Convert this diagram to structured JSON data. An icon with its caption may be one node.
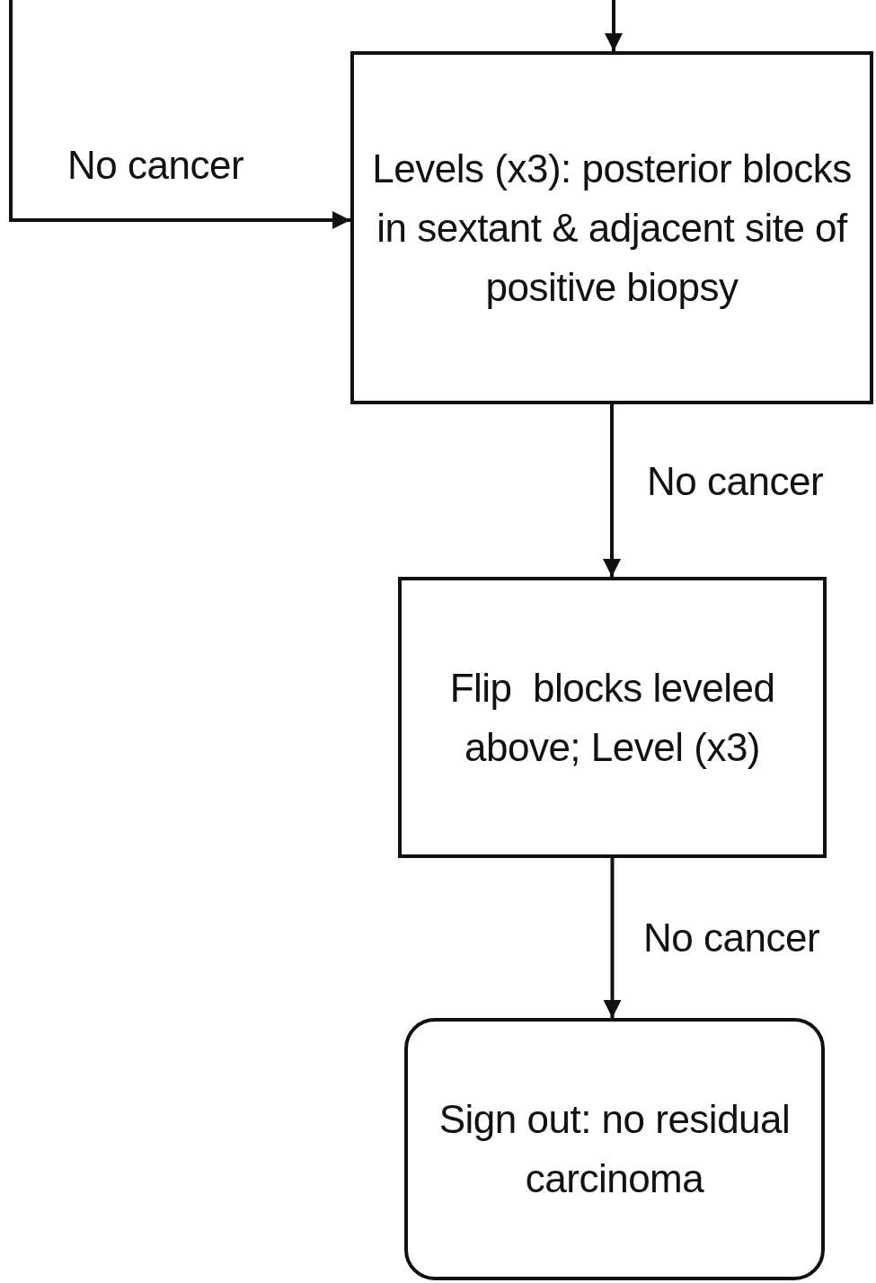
{
  "diagram": {
    "nodes": [
      {
        "text": [
          "Levels (x3): posterior blocks in sextant & adjacent site of positive biopsy"
        ]
      },
      {
        "text": [
          "Flip  blocks leveled above; Level (x3)"
        ]
      },
      {
        "text": [
          "Sign out: no residual carcinoma"
        ]
      }
    ],
    "edges": [
      {
        "from": null,
        "to": 0,
        "arrow": "to"
      },
      {
        "from": null,
        "to": 0,
        "arrow": "to",
        "label": "No cancer"
      },
      {
        "from": 0,
        "to": 1,
        "arrow": "to",
        "label": "No cancer"
      },
      {
        "from": 1,
        "to": 2,
        "arrow": "to",
        "label": "No cancer"
      }
    ]
  }
}
